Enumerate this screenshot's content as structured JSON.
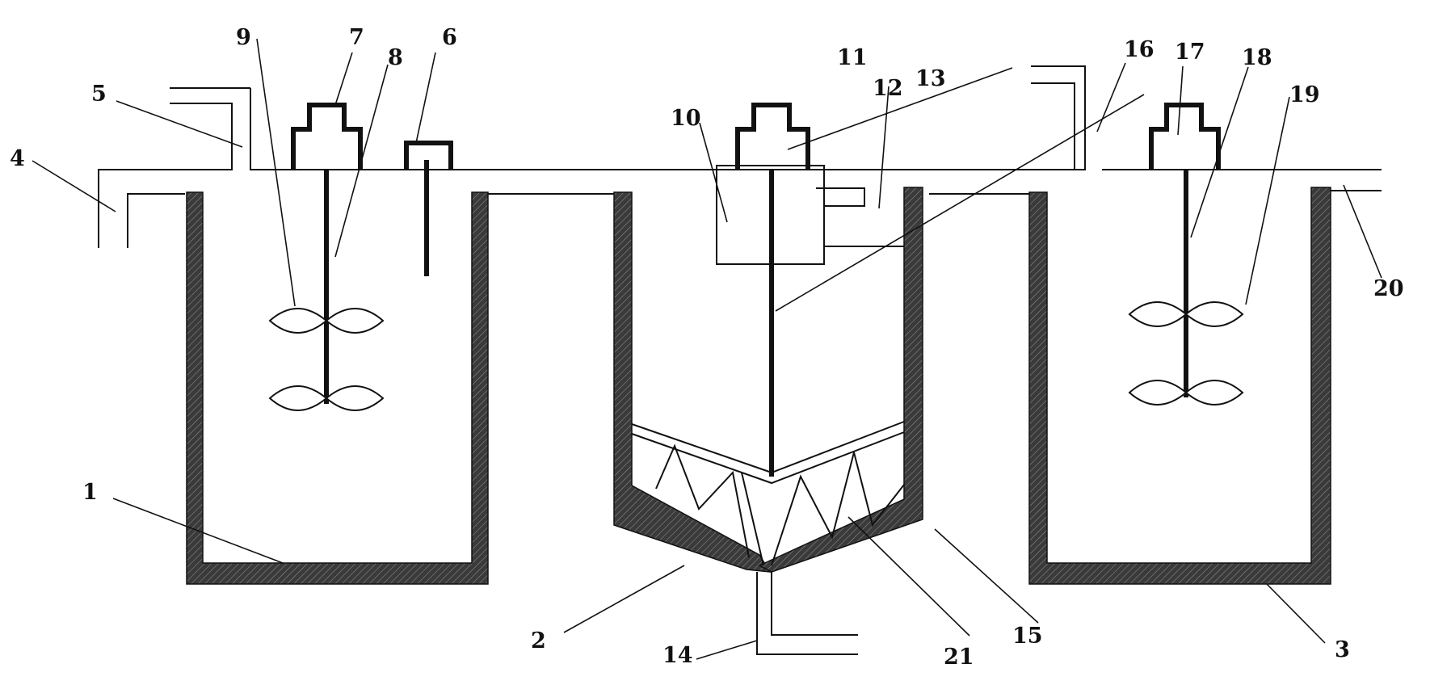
{
  "callouts": [
    {
      "id": "1",
      "text": "1"
    },
    {
      "id": "2",
      "text": "2"
    },
    {
      "id": "3",
      "text": "3"
    },
    {
      "id": "4",
      "text": "4"
    },
    {
      "id": "5",
      "text": "5"
    },
    {
      "id": "6",
      "text": "6"
    },
    {
      "id": "7",
      "text": "7"
    },
    {
      "id": "8",
      "text": "8"
    },
    {
      "id": "9",
      "text": "9"
    },
    {
      "id": "10",
      "text": "10"
    },
    {
      "id": "11",
      "text": "11"
    },
    {
      "id": "12",
      "text": "12"
    },
    {
      "id": "13",
      "text": "13"
    },
    {
      "id": "14",
      "text": "14"
    },
    {
      "id": "15",
      "text": "15"
    },
    {
      "id": "16",
      "text": "16"
    },
    {
      "id": "17",
      "text": "17"
    },
    {
      "id": "18",
      "text": "18"
    },
    {
      "id": "19",
      "text": "19"
    },
    {
      "id": "20",
      "text": "20"
    },
    {
      "id": "21",
      "text": "21"
    }
  ],
  "colors": {
    "stroke": "#111111",
    "wall": "#2a2a2a",
    "background": "#ffffff"
  }
}
